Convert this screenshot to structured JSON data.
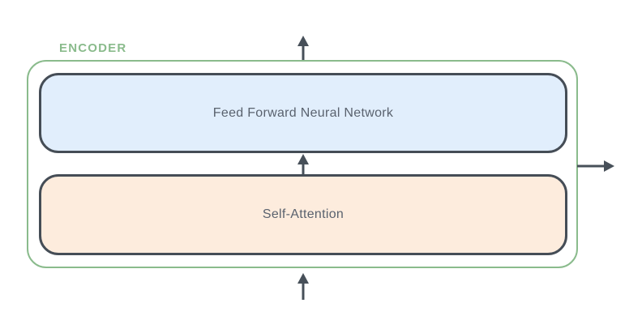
{
  "diagram": {
    "label": "ENCODER",
    "blocks": [
      {
        "id": "feed-forward",
        "label": "Feed Forward Neural Network"
      },
      {
        "id": "self-attention",
        "label": "Self-Attention"
      }
    ],
    "icons": {
      "input": "arrow-up-icon",
      "between_blocks": "arrow-up-icon",
      "output_top": "arrow-up-icon",
      "output_right": "arrow-right-icon"
    }
  },
  "colors": {
    "background": "#ffffff",
    "encoder-green": "#8abb8c",
    "block-border": "#454d56",
    "feed-forward-fill": "#e1eefc",
    "self-attention-fill": "#fdecdd",
    "arrow": "#475059",
    "label-text": "#5a626e"
  }
}
